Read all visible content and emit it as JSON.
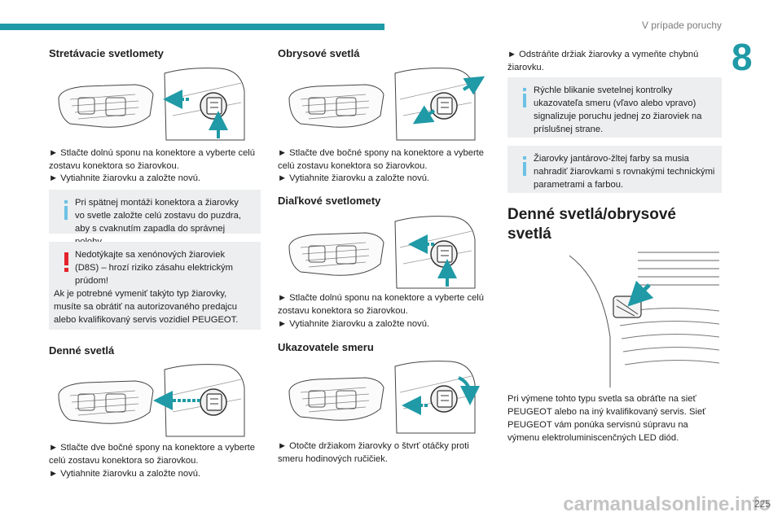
{
  "header": {
    "title": "V prípade poruchy",
    "chapter": "8",
    "page_number": "225",
    "watermark": "carmanualsonline.info"
  },
  "col1": {
    "s1_title": "Stretávacie svetlomety",
    "s1_steps": [
      "► Stlačte dolnú sponu na konektore a vyberte celú zostavu konektora so žiarovkou.",
      "► Vytiahnite žiarovku a založte novú."
    ],
    "info1_a": "Pri spätnej montáži konektora a žiarovky",
    "info1_b": "vo svetle založte celú zostavu do puzdra, aby s cvaknutím zapadla do správnej polohy.",
    "warn1_a": "Nedotýkajte sa xenónových žiaroviek",
    "warn1_b": "(D8S) – hrozí riziko zásahu elektrickým prúdom!",
    "warn1_c": "Ak je potrebné vymeniť takýto typ žiarovky, musíte sa obrátiť na autorizovaného predajcu alebo kvalifikovaný servis vozidiel PEUGEOT.",
    "s2_title": "Denné svetlá",
    "s2_steps": [
      "► Stlačte dve bočné spony na konektore a vyberte celú zostavu konektora so žiarovkou.",
      "► Vytiahnite žiarovku a založte novú."
    ]
  },
  "col2": {
    "s1_title": "Obrysové svetlá",
    "s1_steps": [
      "► Stlačte dve bočné spony na konektore a vyberte celú zostavu konektora so žiarovkou.",
      "► Vytiahnite žiarovku a založte novú."
    ],
    "s2_title": "Diaľkové svetlomety",
    "s2_steps": [
      "► Stlačte dolnú sponu na konektore a vyberte celú zostavu konektora so žiarovkou.",
      "► Vytiahnite žiarovku a založte novú."
    ],
    "s3_title": "Ukazovatele smeru",
    "s3_steps": [
      "► Otočte držiakom žiarovky o štvrť otáčky proti smeru hodinových ručičiek."
    ]
  },
  "col3": {
    "top_step": "► Odstráňte držiak žiarovky a vymeňte chybnú žiarovku.",
    "info2_a": "Rýchle blikanie svetelnej kontrolky",
    "info2_b": "ukazovateľa smeru (vľavo alebo vpravo) signalizuje poruchu jednej zo žiaroviek na príslušnej strane.",
    "info3_a": "Žiarovky jantárovo-žltej farby sa musia",
    "info3_b": "nahradiť žiarovkami s rovnakými technickými parametrami a farbou.",
    "big_title_1": "Denné svetlá/obrysové",
    "big_title_2": "svetlá",
    "body": "Pri výmene tohto typu svetla sa obráťte na sieť PEUGEOT alebo na iný kvalifikovaný servis. Sieť PEUGEOT vám ponúka servisnú súpravu na výmenu elektroluminiscenčných LED diód."
  },
  "colors": {
    "accent": "#1f9aa6",
    "info_icon": "#6ec1e4",
    "warning_icon": "#e3242b",
    "box_bg": "#eceeef"
  },
  "icons": {
    "info": "info-icon",
    "warning": "warning-exclamation-icon"
  }
}
